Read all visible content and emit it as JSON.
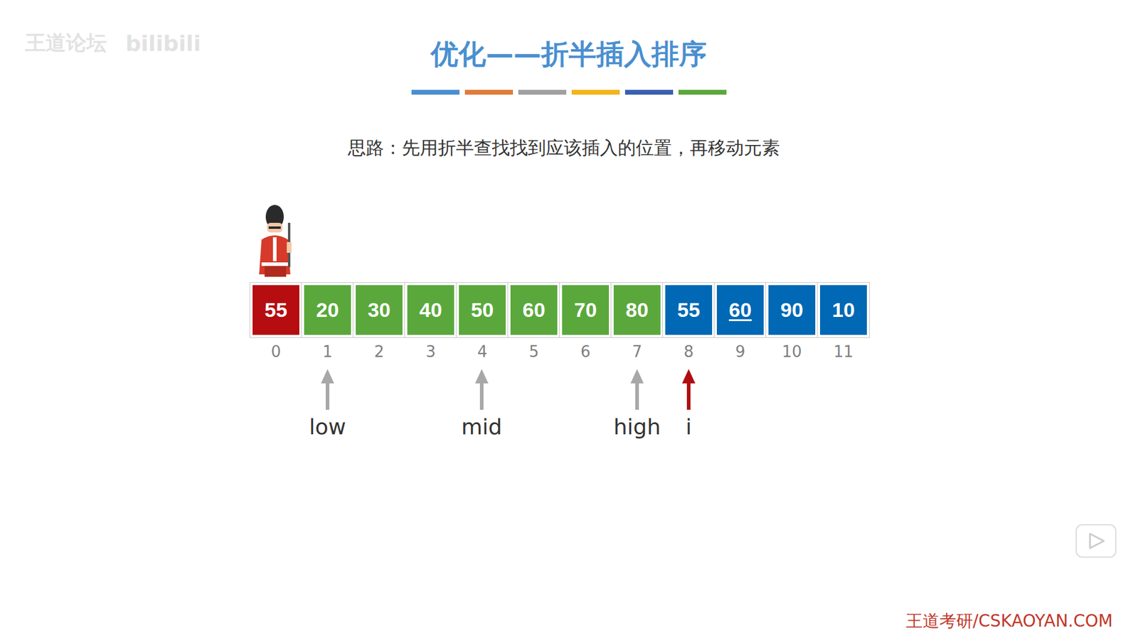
{
  "diagram": {
    "title": "优化——折半插入排序",
    "nodes": [
      {
        "text": [
          "55"
        ]
      },
      {
        "text": [
          "20"
        ]
      },
      {
        "text": [
          "30"
        ]
      },
      {
        "text": [
          "40"
        ]
      },
      {
        "text": [
          "50"
        ]
      },
      {
        "text": [
          "60"
        ]
      },
      {
        "text": [
          "70"
        ]
      },
      {
        "text": [
          "80"
        ]
      },
      {
        "text": [
          "55"
        ]
      },
      {
        "text": [
          "60"
        ]
      },
      {
        "text": [
          "90"
        ]
      },
      {
        "text": [
          "10"
        ]
      }
    ],
    "labels": [
      "思路：先用折半查找找到应该插入的位置，再移动元素",
      "0",
      "1",
      "2",
      "3",
      "4",
      "5",
      "6",
      "7",
      "8",
      "9",
      "10",
      "11",
      "low",
      "mid",
      "high",
      "i",
      "王道论坛",
      "bilibili",
      "王道考研/CSKAOYAN.COM"
    ]
  }
}
